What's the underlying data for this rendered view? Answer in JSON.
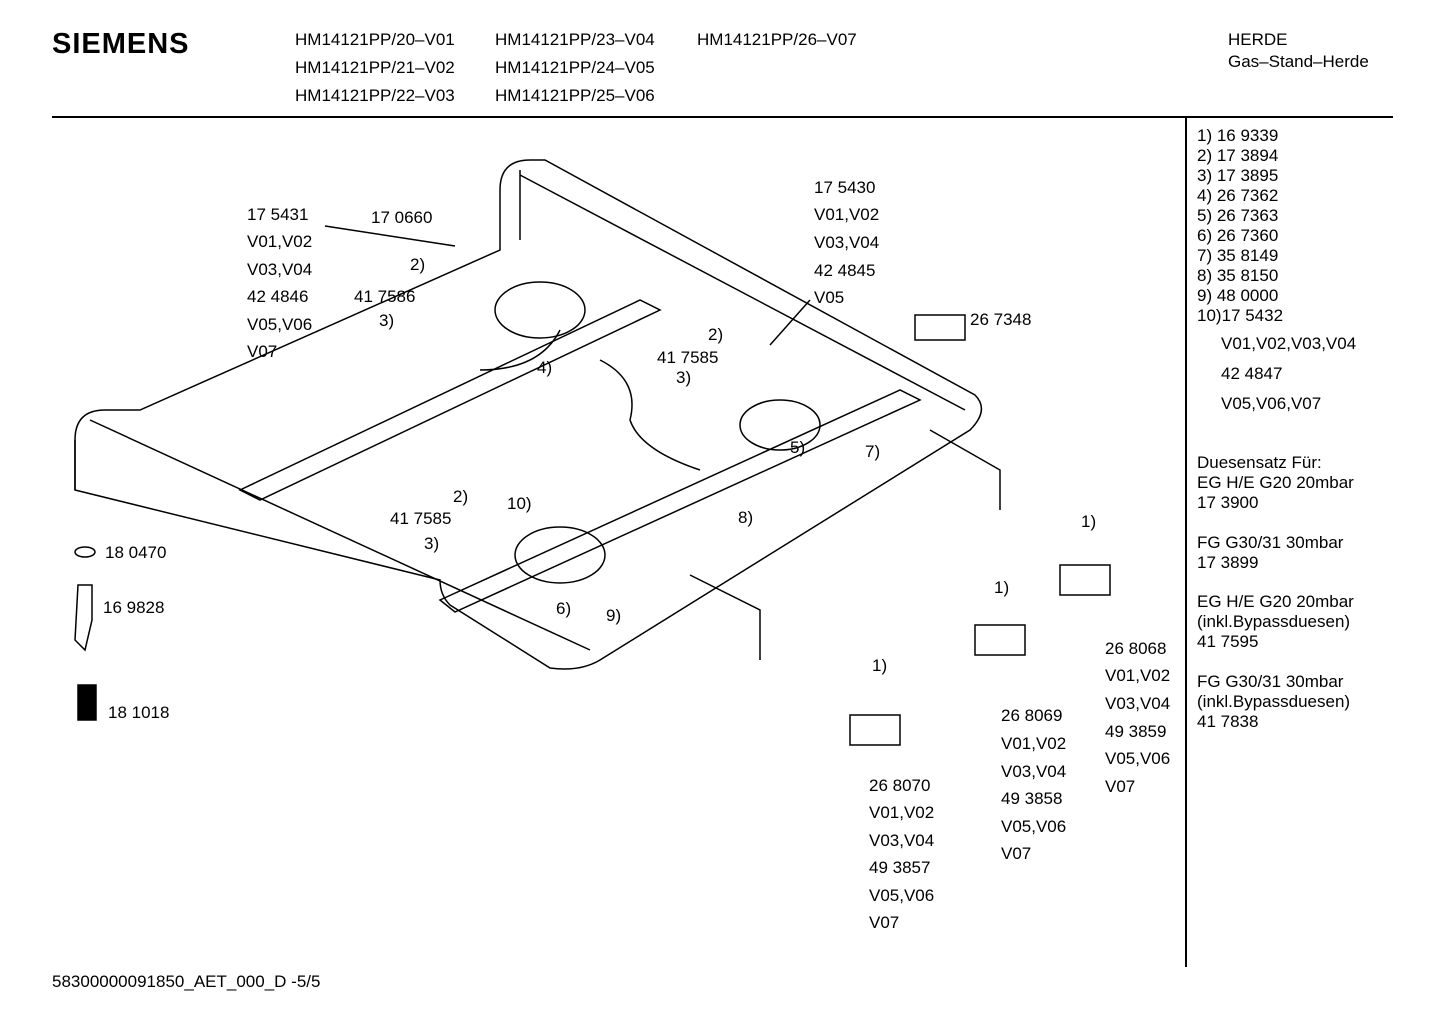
{
  "header": {
    "brand": "SIEMENS",
    "models": [
      "HM14121PP/20–V01",
      "HM14121PP/21–V02",
      "HM14121PP/22–V03",
      "HM14121PP/23–V04",
      "HM14121PP/24–V05",
      "HM14121PP/25–V06",
      "HM14121PP/26–V07"
    ],
    "category": "HERDE",
    "subcategory": "Gas–Stand–Herde"
  },
  "parts_list": {
    "items": [
      "1) 16 9339",
      "2) 17 3894",
      "3) 17 3895",
      "4) 26 7362",
      "5) 26 7363",
      "6) 26 7360",
      "7) 35 8149",
      "8) 35 8150",
      "9) 48 0000",
      "10)17 5432"
    ],
    "sub": [
      "V01,V02,V03,V04",
      "42 4847",
      "V05,V06,V07"
    ],
    "nozzle": [
      "Duesensatz Für:",
      "EG H/E G20 20mbar",
      "17 3900",
      "FG G30/31 30mbar",
      "17 3899",
      "EG H/E G20 20mbar",
      "(inkl.Bypassduesen)",
      "41 7595",
      "FG G30/31 30mbar",
      "(inkl.Bypassduesen)",
      "41 7838"
    ]
  },
  "labels": {
    "a": [
      "17 5431",
      "V01,V02",
      "V03,V04",
      "42 4846",
      "V05,V06",
      "V07"
    ],
    "b": [
      "17 5430",
      "V01,V02",
      "V03,V04",
      "42 4845",
      "V05"
    ],
    "c": [
      "26 8068",
      "V01,V02",
      "V03,V04",
      "49 3859",
      "V05,V06",
      "V07"
    ],
    "d": [
      "26 8069",
      "V01,V02",
      "V03,V04",
      "49 3858",
      "V05,V06",
      "V07"
    ],
    "e": [
      "26 8070",
      "V01,V02",
      "V03,V04",
      "49 3857",
      "V05,V06",
      "V07"
    ],
    "misc": [
      "17 0660",
      "2)",
      "41 7586",
      "3)",
      "4)",
      "2)",
      "41 7585",
      "3)",
      "26 7348",
      "5)",
      "7)",
      "8)",
      "2)",
      "10)",
      "41 7585",
      "3)",
      "6)",
      "9)",
      "18 0470",
      "16 9828",
      "18 1018",
      "1)",
      "1)",
      "1)"
    ]
  },
  "footer": "58300000091850_AET_000_D  -5/5"
}
